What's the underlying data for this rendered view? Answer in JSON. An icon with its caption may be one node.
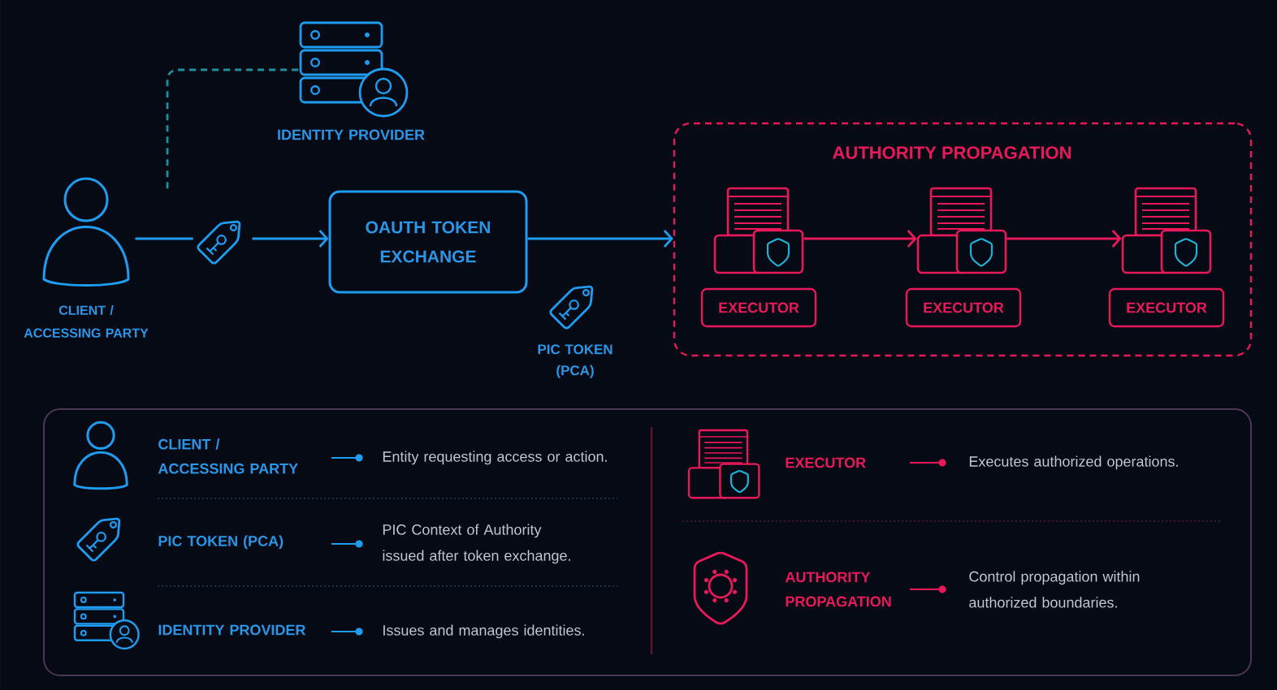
{
  "diagram": {
    "nodes": [
      {
        "text": [],
        "shape": "picture",
        "beside": [
          "IDENTITY PROVIDER"
        ]
      },
      {
        "text": [],
        "shape": "person",
        "beside": [
          "CLIENT / ACCESSING PARTY"
        ]
      },
      {
        "text": [],
        "shape": "picture"
      },
      {
        "text": [
          "OAUTH TOKEN EXCHANGE"
        ]
      },
      {
        "text": [],
        "shape": "picture",
        "beside": [
          "PIC TOKEN (PCA)"
        ]
      },
      {
        "text": [
          "AUTHORITY PROPAGATION"
        ]
      },
      {
        "text": [],
        "shape": "picture",
        "in": 5
      },
      {
        "text": [
          "EXECUTOR"
        ],
        "in": 5
      },
      {
        "text": [],
        "shape": "picture",
        "in": 5
      },
      {
        "text": [
          "EXECUTOR"
        ],
        "in": 5
      },
      {
        "text": [],
        "shape": "picture",
        "in": 5
      },
      {
        "text": [
          "EXECUTOR"
        ],
        "in": 5
      }
    ],
    "edges": [
      {
        "from": 0,
        "to": null,
        "arrow": "none",
        "style": "dashed",
        "color": "#1f8f9a"
      },
      {
        "from": 1,
        "to": 2,
        "arrow": "none"
      },
      {
        "from": 2,
        "to": 3,
        "arrow": "to"
      },
      {
        "from": 3,
        "to": 5,
        "arrow": "to"
      },
      {
        "from": 6,
        "to": 8,
        "arrow": "to",
        "color": "#e8195a"
      },
      {
        "from": 8,
        "to": 10,
        "arrow": "to",
        "color": "#e8195a"
      }
    ],
    "labels": [
      "Entity requesting access or action.",
      "PIC Context of Authority issued after token exchange.",
      "Issues and manages identities.",
      "Executes authorized operations.",
      "Control propagation within authorized boundaries."
    ],
    "legend": [
      {
        "text": "CLIENT / ACCESSING PARTY"
      },
      {
        "text": "PIC TOKEN (PCA)"
      },
      {
        "text": "IDENTITY PROVIDER"
      },
      {
        "text": "EXECUTOR"
      },
      {
        "text": "AUTHORITY PROPAGATION"
      }
    ]
  }
}
